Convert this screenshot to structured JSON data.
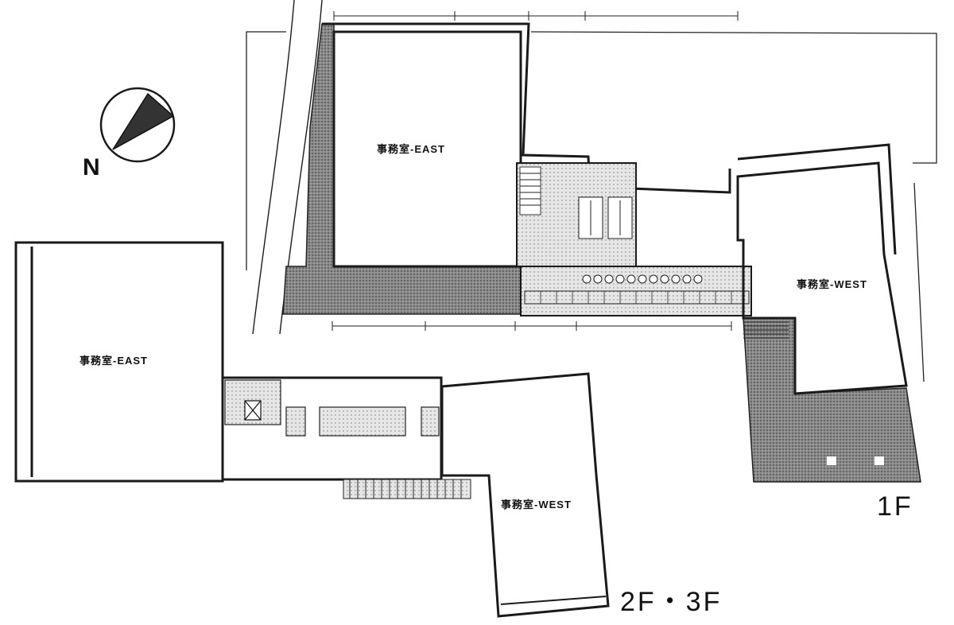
{
  "compass": {
    "label": "N"
  },
  "floor_1f": {
    "label": "1F",
    "room_east_label": "事務室-EAST",
    "room_west_label": "事務室-WEST"
  },
  "floor_2f3f": {
    "label": "2F・3F",
    "room_east_label": "事務室-EAST",
    "room_west_label": "事務室-WEST"
  },
  "colors": {
    "line": "#1a1a1a",
    "shaded_area": "#7a7a7a",
    "background": "#ffffff"
  }
}
